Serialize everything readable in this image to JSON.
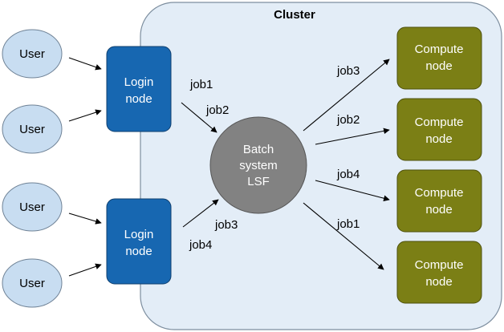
{
  "cluster": {
    "title": "Cluster"
  },
  "users": [
    {
      "label": "User"
    },
    {
      "label": "User"
    },
    {
      "label": "User"
    },
    {
      "label": "User"
    }
  ],
  "login_nodes": [
    {
      "line1": "Login",
      "line2": "node"
    },
    {
      "line1": "Login",
      "line2": "node"
    }
  ],
  "batch": {
    "line1": "Batch",
    "line2": "system",
    "line3": "LSF"
  },
  "compute_nodes": [
    {
      "line1": "Compute",
      "line2": "node"
    },
    {
      "line1": "Compute",
      "line2": "node"
    },
    {
      "line1": "Compute",
      "line2": "node"
    },
    {
      "line1": "Compute",
      "line2": "node"
    }
  ],
  "job_labels": {
    "login1_job1": "job1",
    "login1_job2": "job2",
    "login2_job3": "job3",
    "login2_job4": "job4",
    "to_compute1": "job3",
    "to_compute2": "job2",
    "to_compute3": "job4",
    "to_compute4": "job1"
  },
  "colors": {
    "cluster_fill": "#e3edf7",
    "user_fill": "#c8ddf1",
    "login_fill": "#1767b1",
    "batch_fill": "#828282",
    "compute_fill": "#7b7f15"
  }
}
